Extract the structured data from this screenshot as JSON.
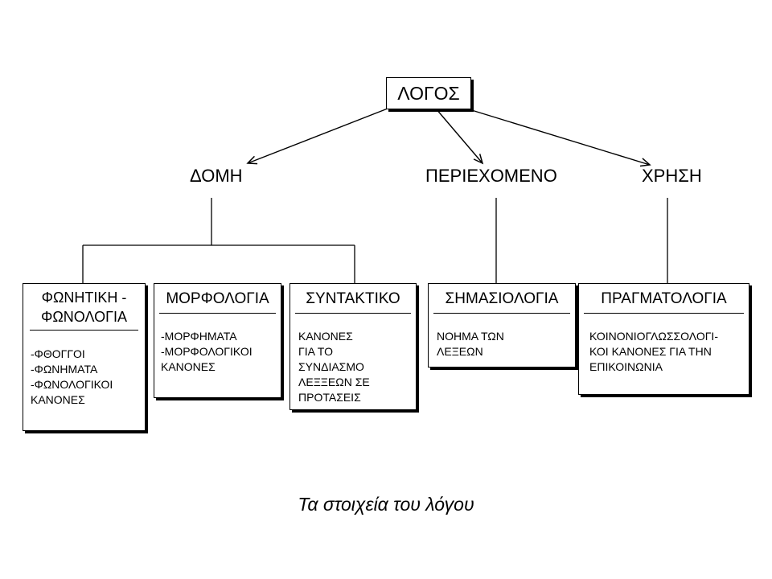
{
  "root": {
    "label": "ΛΟΓΟΣ"
  },
  "level2": {
    "domi": "ΔΟΜΗ",
    "periexomeno": "ΠΕΡΙΕΧΟΜΕΝΟ",
    "xrisi": "ΧΡΗΣΗ"
  },
  "boxes": [
    {
      "title_lines": [
        "ΦΩΝΗΤΙΚΗ -",
        "ΦΩΝΟΛΟΓΙΑ"
      ],
      "body_lines": [
        "-ΦΘΟΓΓΟΙ",
        "-ΦΩΝΗΜΑΤΑ",
        "-ΦΩΝΟΛΟΓΙΚΟΙ",
        "ΚΑΝΟΝΕΣ"
      ]
    },
    {
      "title_lines": [
        "ΜΟΡΦΟΛΟΓΙΑ"
      ],
      "body_lines": [
        "-ΜΟΡΦΗΜΑΤΑ",
        "-ΜΟΡΦΟΛΟΓΙΚΟΙ",
        "ΚΑΝΟΝΕΣ"
      ]
    },
    {
      "title_lines": [
        "ΣΥΝΤΑΚΤΙΚΟ"
      ],
      "body_lines": [
        "ΚΑΝΟΝΕΣ",
        "ΓΙΑ ΤΟ",
        "ΣΥΝΔΙΑΣΜΟ",
        "ΛΕΞΞΕΩΝ ΣΕ",
        "ΠΡΟΤΑΣΕΙΣ"
      ]
    },
    {
      "title_lines": [
        "ΣΗΜΑΣΙΟΛΟΓΙΑ"
      ],
      "body_lines": [
        "ΝΟΗΜΑ ΤΩΝ",
        "ΛΕΞΕΩΝ"
      ]
    },
    {
      "title_lines": [
        "ΠΡΑΓΜΑΤΟΛΟΓΙΑ"
      ],
      "body_lines": [
        "ΚΟΙΝΟΝΙΟΓΛΩΣΣΟΛΟΓΙ-",
        "ΚΟΙ ΚΑΝΟΝΕΣ ΓΙΑ ΤΗΝ",
        "ΕΠΙΚΟΙΝΩΝΙΑ"
      ]
    }
  ],
  "caption": "Τα στοιχεία του λόγου"
}
